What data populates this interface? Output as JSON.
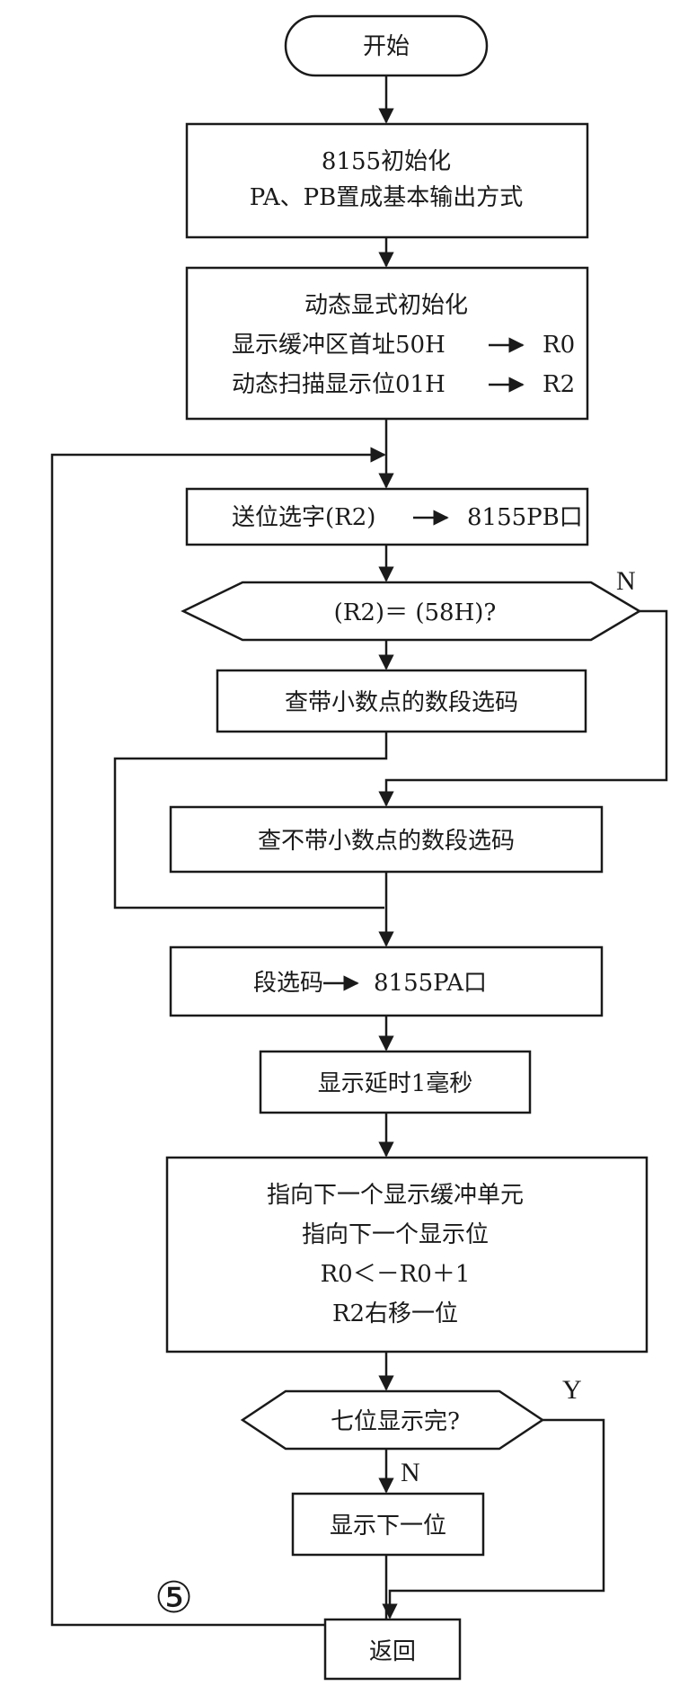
{
  "flowchart": {
    "start": "开始",
    "init_8155": [
      "8155初始化",
      "PA、PB置成基本输出方式"
    ],
    "dynamic_init": {
      "title": "动态显式初始化",
      "line2_left": "显示缓冲区首址50H",
      "line2_right": "R0",
      "line3_left": "动态扫描显示位01H",
      "line3_right": "R2"
    },
    "send_bit": {
      "left": "送位选字(R2)",
      "right": "8155PB口"
    },
    "decision_r2": "(R2)＝ (58H)?",
    "decision_r2_no": "N",
    "lookup_dot": "查带小数点的数段选码",
    "lookup_nodot": "查不带小数点的数段选码",
    "send_seg": {
      "left": "段选码",
      "right": "8155PA口"
    },
    "delay": "显示延时1毫秒",
    "next": [
      "指向下一个显示缓冲单元",
      "指向下一个显示位",
      "R0＜－R0＋1",
      "R2右移一位"
    ],
    "decision_seven": "七位显示完?",
    "decision_seven_yes": "Y",
    "decision_seven_no": "N",
    "show_next": "显示下一位",
    "return": "返回",
    "figure_number": "⑤"
  }
}
